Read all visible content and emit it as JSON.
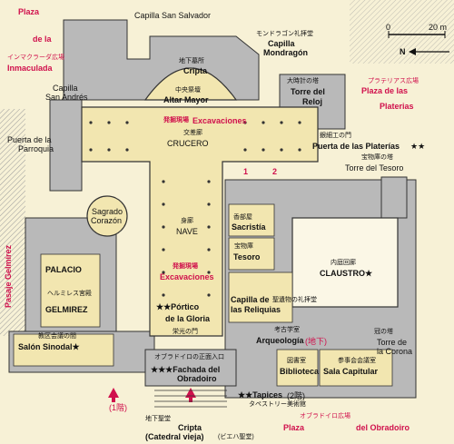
{
  "plazas": {
    "inmaculada_1": "Plaza",
    "inmaculada_2": "de la",
    "inmaculada_jp": "インマクラーダ広場",
    "inmaculada_3": "Inmaculada",
    "platerias_jp": "プラテリアス広場",
    "platerias_1": "Plaza de las",
    "platerias_2": "Platerias",
    "obradoiro_jp": "オブラドイロ広場",
    "obradoiro_1": "Plaza",
    "obradoiro_2": "del Obradoiro",
    "gelmirez": "Pasaje Gelmírez"
  },
  "scale": {
    "zero": "0",
    "twenty": "20 m",
    "north": "N"
  },
  "rooms": {
    "san_salvador": "Capilla San Salvador",
    "mondragon_jp": "モンドラゴン礼拝堂",
    "mondragon_1": "Capilla",
    "mondragon_2": "Mondragón",
    "cripta_jp": "地下墓所",
    "cripta": "Cripta",
    "altar_jp": "中央祭壇",
    "altar": "Altar Mayor",
    "reloj_jp": "大時計の塔",
    "reloj_1": "Torre del",
    "reloj_2": "Reloj",
    "san_andres_1": "Capilla",
    "san_andres_2": "San Andrés",
    "excav1_jp": "発掘現場",
    "excav1": "Excavaciones",
    "crucero_jp": "交差廊",
    "crucero": "CRUCERO",
    "parroquia_1": "Puerta de la",
    "parroquia_2": "Parroquia",
    "platerias_gate_jp": "銀細工の門",
    "platerias_gate": "Puerta de las Platerías",
    "stars2": "★★",
    "num1": "1",
    "num2": "2",
    "tesoro_torre_jp": "宝物庫の塔",
    "tesoro_torre": "Torre del Tesoro",
    "sagrado_1": "Sagrado",
    "sagrado_2": "Corazón",
    "nave_jp": "身廊",
    "nave": "NAVE",
    "sacristia_jp": "香部屋",
    "sacristia": "Sacristía",
    "tesoro_jp": "宝物庫",
    "tesoro": "Tesoro",
    "claustro_jp": "内庭回廊",
    "claustro": "CLAUSTRO★",
    "excav2_jp": "発掘現場",
    "excav2": "Excavaciones",
    "palacio_1": "PALACIO",
    "palacio_jp": "ヘルミレス宮殿",
    "palacio_2": "GELMIREZ",
    "reliquias_1": "Capilla de",
    "reliquias_jp": "聖遺物の礼拝堂",
    "reliquias_2": "las Reliquias",
    "portico_1": "★★Pórtico",
    "portico_2": "de la Gloria",
    "portico_jp": "栄光の門",
    "sinodal_jp": "教区会議の間",
    "sinodal": "Salón Sinodal★",
    "arqueologia_jp": "考古学室",
    "arqueologia": "Arqueología",
    "arqueologia_sub": "(地下)",
    "corona_jp": "冠の塔",
    "corona_1": "Torre de",
    "corona_2": "la Corona",
    "fachada_jp": "オブラドイロの正面入口",
    "fachada_1": "★★★Fachada del",
    "fachada_2": "Obradoiro",
    "biblioteca_jp": "図書室",
    "biblioteca": "Biblioteca",
    "capitular_jp": "参事会会議室",
    "capitular": "Sala Capitular",
    "tapices": "★★Tapices",
    "tapices_sub": "(2階)",
    "tapices_jp": "タペストリー美術館",
    "piso1": "(1階)",
    "cripta2_jp": "地下聖堂",
    "cripta2_1": "Cripta",
    "cripta2_2": "(Catedral vieja)",
    "cripta2_sub": "(ビエハ聖堂)"
  }
}
